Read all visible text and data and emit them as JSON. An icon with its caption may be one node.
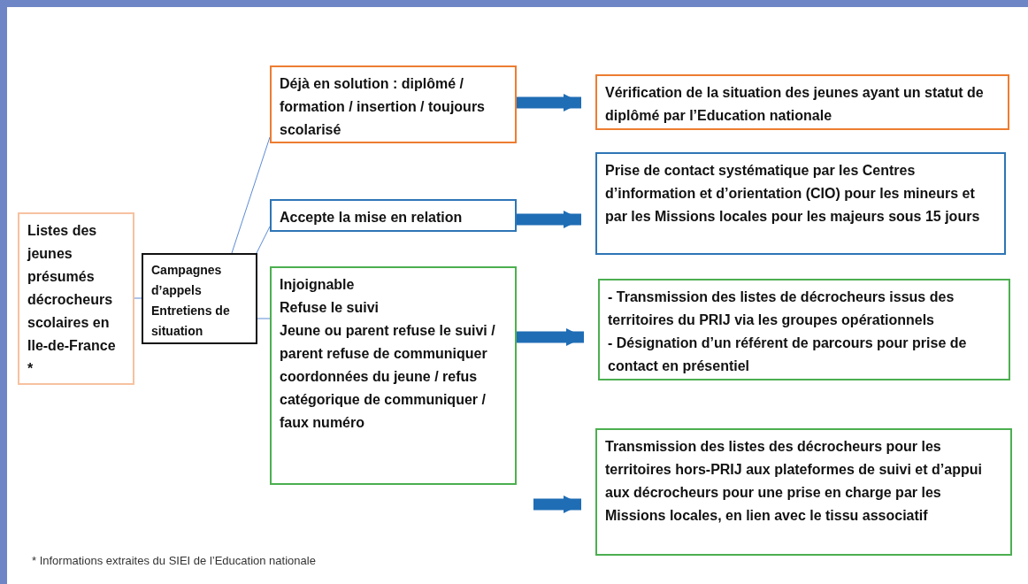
{
  "diagram": {
    "caption": "* Informations extraites du SIEI de l’Education nationale",
    "nodes": [
      {
        "text": [
          "Listes des jeunes présumés décrocheurs scolaires en Ile-de-France *"
        ]
      },
      {
        "text": [
          "Campagnes d’appels Entretiens de situation"
        ]
      },
      {
        "text": [
          "Déjà en solution : diplômé / formation / insertion / toujours scolarisé"
        ]
      },
      {
        "text": [
          "Accepte la mise en relation"
        ]
      },
      {
        "text": [
          "Injoignable",
          "Refuse le suivi",
          "Jeune ou parent refuse le suivi / parent refuse de communiquer coordonnées du jeune / refus catégorique de communiquer / faux numéro"
        ]
      },
      {
        "text": [
          "Vérification de la situation des jeunes ayant un statut de diplômé par l’Education nationale"
        ]
      },
      {
        "text": [
          "Prise de contact systématique par les Centres d’information et d’orientation (CIO) pour les mineurs et par les Missions locales pour les majeurs sous 15 jours"
        ]
      },
      {
        "text": [
          "- Transmission des listes de décrocheurs issus des territoires du PRIJ via les groupes opérationnels",
          "- Désignation d’un référent de parcours pour prise de contact en présentiel"
        ]
      },
      {
        "text": [
          "Transmission des listes des décrocheurs pour les territoires hors-PRIJ aux plateformes de suivi et d’appui aux décrocheurs pour une prise en charge par les Missions locales, en lien avec le tissu associatif"
        ]
      }
    ],
    "edges": [
      {
        "from": 0,
        "to": 1,
        "arrow": "none"
      },
      {
        "from": 1,
        "to": 2,
        "arrow": "none"
      },
      {
        "from": 1,
        "to": 3,
        "arrow": "none"
      },
      {
        "from": 1,
        "to": 4,
        "arrow": "none"
      },
      {
        "from": 2,
        "to": 5,
        "arrow": "to",
        "style": "thick",
        "color": "#1f6db5"
      },
      {
        "from": 3,
        "to": 6,
        "arrow": "to",
        "style": "thick",
        "color": "#1f6db5"
      },
      {
        "from": 4,
        "to": 7,
        "arrow": "to",
        "style": "thick",
        "color": "#1f6db5"
      },
      {
        "from": null,
        "to": 8,
        "arrow": "to",
        "style": "thick",
        "color": "#1f6db5"
      }
    ]
  }
}
